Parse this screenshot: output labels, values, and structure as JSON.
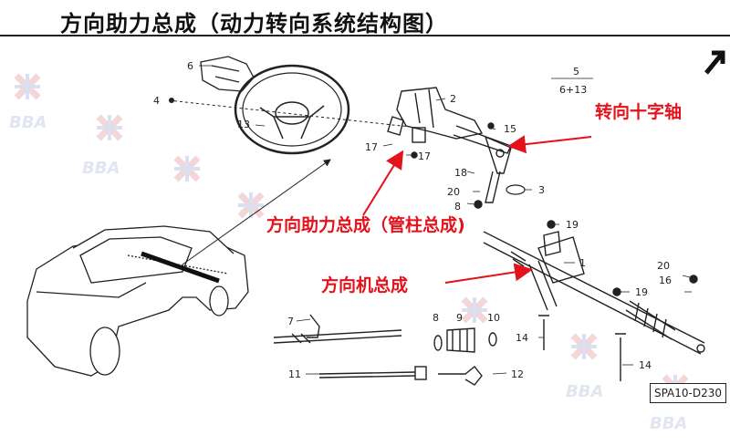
{
  "title": "方向助力总成（动力转向系统结构图）",
  "annotations": {
    "cross_shaft": "转向十字轴",
    "column_assembly": "方向助力总成（管柱总成)",
    "steering_gear": "方向机总成"
  },
  "diagram_code": "SPA10-D230",
  "watermark": "BBA",
  "callouts": {
    "n1": "1",
    "n2": "2",
    "n3": "3",
    "n4": "4",
    "n5": "5",
    "n5_sub": "6+13",
    "n6": "6",
    "n7": "7",
    "n8a": "8",
    "n8b": "8",
    "n9": "9",
    "n10": "10",
    "n11": "11",
    "n12": "12",
    "n13": "13",
    "n14a": "14",
    "n14b": "14",
    "n15": "15",
    "n16": "16",
    "n17a": "17",
    "n17b": "17",
    "n18": "18",
    "n19a": "19",
    "n19b": "19",
    "n20a": "20",
    "n20b": "20"
  },
  "colors": {
    "accent": "#e3121b",
    "line": "#222222",
    "watermark_red": "#e8b4b8",
    "watermark_blue": "#b9c6e6"
  }
}
